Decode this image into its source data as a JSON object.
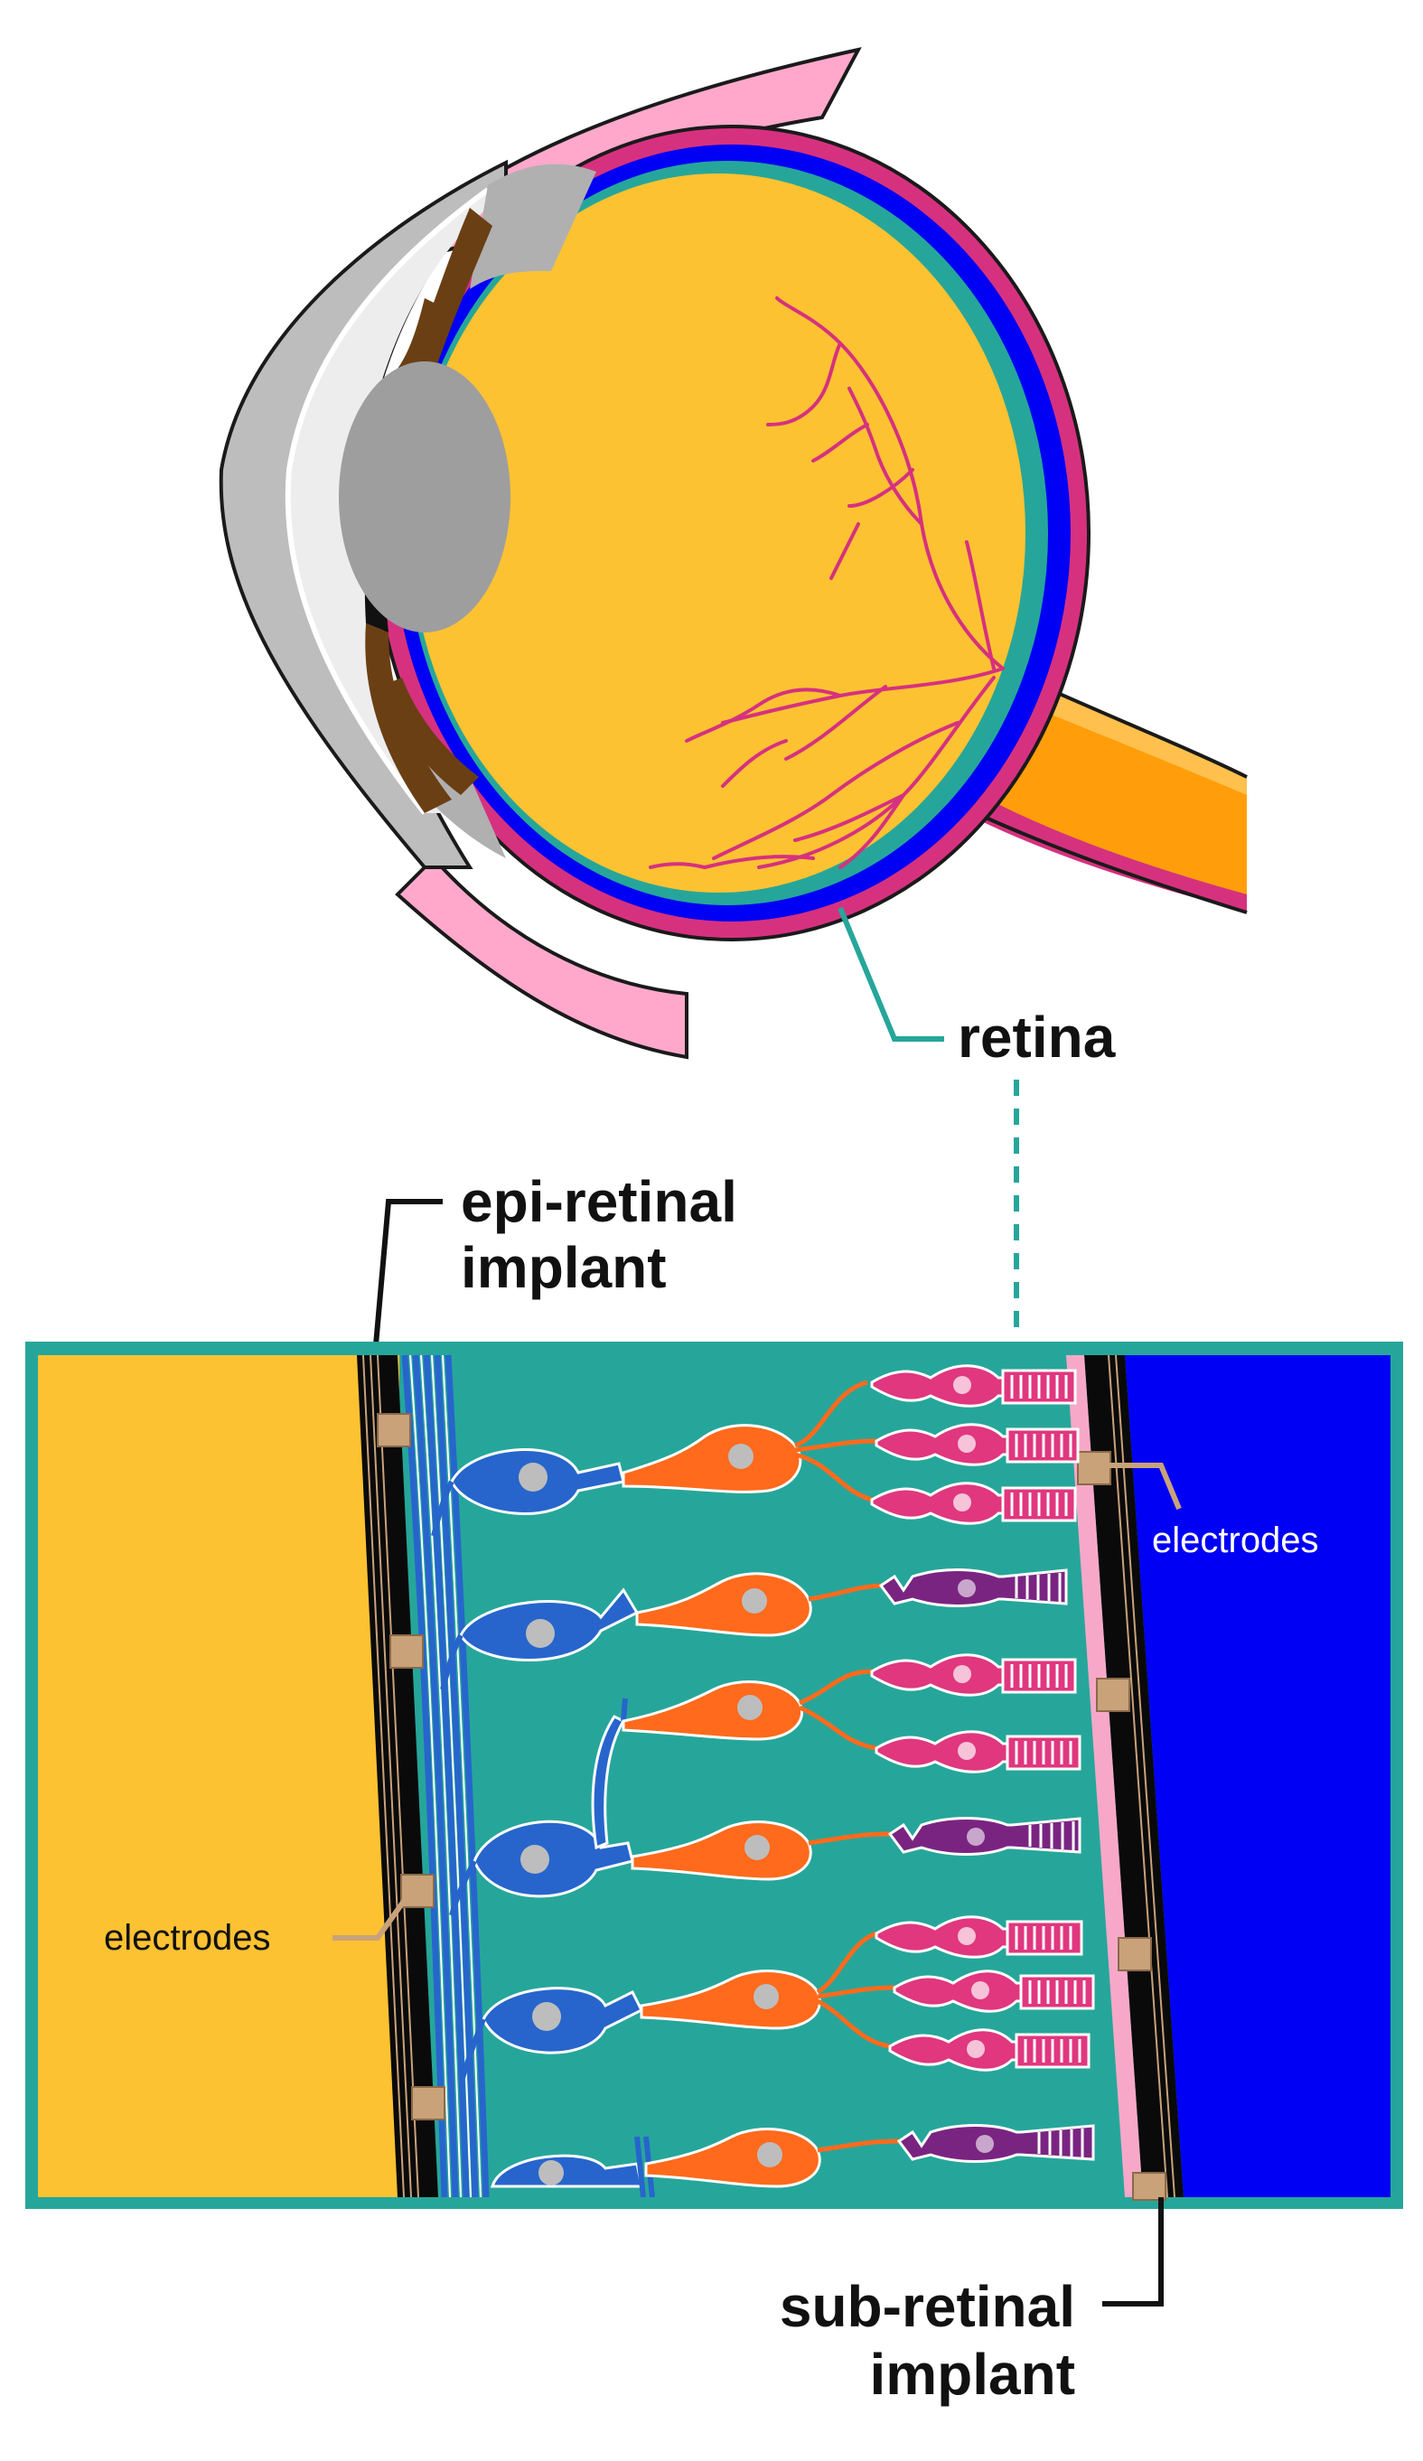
{
  "labels": {
    "retina": "retina",
    "epi_retinal_line1": "epi-retinal",
    "epi_retinal_line2": "implant",
    "sub_retinal_line1": "sub-retinal",
    "sub_retinal_line2": "implant",
    "electrodes_left": "electrodes",
    "electrodes_right": "electrodes"
  },
  "colors": {
    "vitreous": "#FCC232",
    "retina_teal": "#26A69A",
    "choroid_blue": "#0000F5",
    "sclera_pink": "#D6317F",
    "optic_nerve": "#FF9E0A",
    "eyelid_pink": "#FFA8CC",
    "iris_brown": "#6B3F14",
    "lens_gray": "#9E9E9E",
    "vessel": "#D6317F",
    "ganglion_blue": "#2765CC",
    "bipolar_orange": "#FF6A1C",
    "rod_pink": "#E0377F",
    "cone_purple": "#7A2481",
    "electrode_tan": "#C9A27A",
    "implant_black": "#0A0A0A",
    "rpe_pink": "#F7A8C8"
  }
}
